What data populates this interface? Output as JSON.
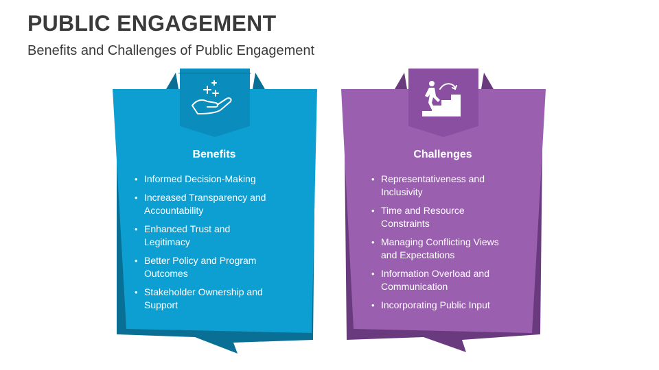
{
  "slide": {
    "title": "PUBLIC ENGAGEMENT",
    "subtitle": "Benefits and Challenges of Public Engagement"
  },
  "cards": [
    {
      "heading": "Benefits",
      "icon": "hand-sparkle-icon",
      "color": "#0e9fd2",
      "dark_color": "#0a6f94",
      "items": [
        "Informed Decision-Making",
        "Increased Transparency and Accountability",
        "Enhanced Trust and Legitimacy",
        "Better Policy and Program Outcomes",
        "Stakeholder Ownership and Support"
      ]
    },
    {
      "heading": "Challenges",
      "icon": "climbing-stairs-icon",
      "color": "#9b5fb0",
      "dark_color": "#6a3a7f",
      "items": [
        "Representativeness and Inclusivity",
        "Time and Resource Constraints",
        "Managing Conflicting Views and Expectations",
        "Information Overload and Communication",
        "Incorporating Public Input"
      ]
    }
  ]
}
